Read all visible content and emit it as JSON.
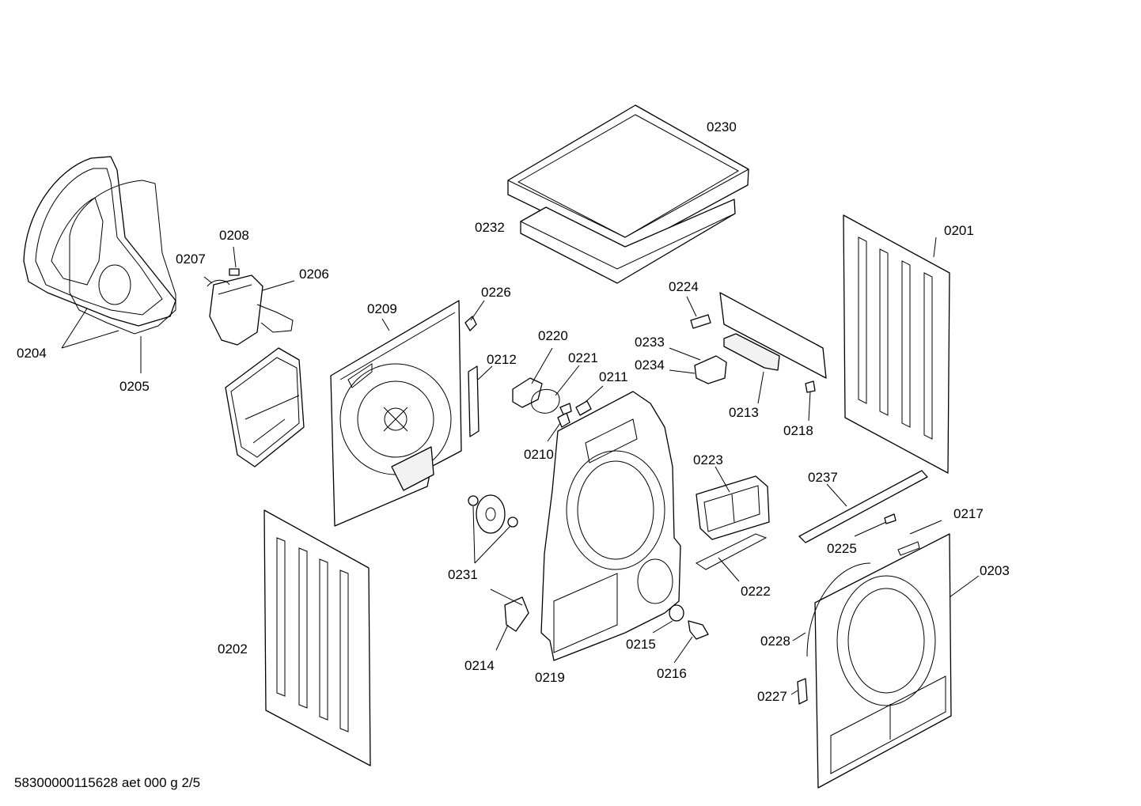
{
  "document_code": "58300000115628 aet 000 g 2/5",
  "callouts": {
    "c0201": "0201",
    "c0202": "0202",
    "c0203": "0203",
    "c0204": "0204",
    "c0205": "0205",
    "c0206": "0206",
    "c0207": "0207",
    "c0208": "0208",
    "c0209": "0209",
    "c0210": "0210",
    "c0211": "0211",
    "c0212": "0212",
    "c0213": "0213",
    "c0214": "0214",
    "c0215": "0215",
    "c0216": "0216",
    "c0217": "0217",
    "c0218": "0218",
    "c0219": "0219",
    "c0220": "0220",
    "c0221": "0221",
    "c0222": "0222",
    "c0223": "0223",
    "c0224": "0224",
    "c0225": "0225",
    "c0226": "0226",
    "c0227": "0227",
    "c0228": "0228",
    "c0230": "0230",
    "c0231": "0231",
    "c0232": "0232",
    "c0233": "0233",
    "c0234": "0234",
    "c0237": "0237"
  }
}
